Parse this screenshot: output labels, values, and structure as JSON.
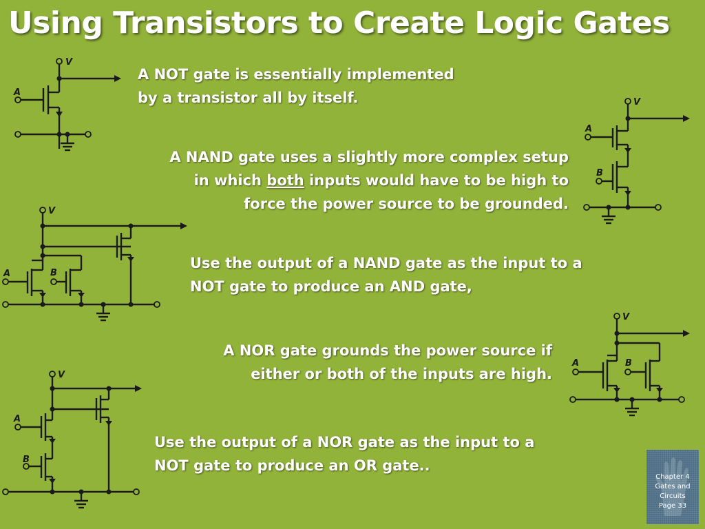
{
  "slide": {
    "title": "Using Transistors  to Create Logic Gates",
    "not_text_1": "A NOT gate is essentially implemented",
    "not_text_2": "by a transistor all by itself.",
    "nand_text_1": "A NAND gate uses a slightly more complex setup",
    "nand_text_2a": "in which ",
    "nand_text_2b": "both",
    "nand_text_2c": " inputs would have to be high to",
    "nand_text_3": "force the power source to be grounded.",
    "and_text_1": "Use the output of a NAND gate as the input to a",
    "and_text_2": "NOT gate to produce an AND gate,",
    "nor_text_1": "A NOR gate grounds the power source if",
    "nor_text_2": "either or both of the inputs are high.",
    "or_text_1": "Use the output of a NOR gate as the input to a",
    "or_text_2": "NOT gate to produce an OR gate.."
  },
  "labels": {
    "v": "V",
    "a": "A",
    "b": "B"
  },
  "badge": {
    "line1": "Chapter  4",
    "line2": "Gates and",
    "line3": "Circuits",
    "line4": "Page 33"
  },
  "colors": {
    "background": "#92b33a",
    "text": "#ffffff",
    "wire": "#1a1a1a",
    "badge": "#4f6f86"
  }
}
